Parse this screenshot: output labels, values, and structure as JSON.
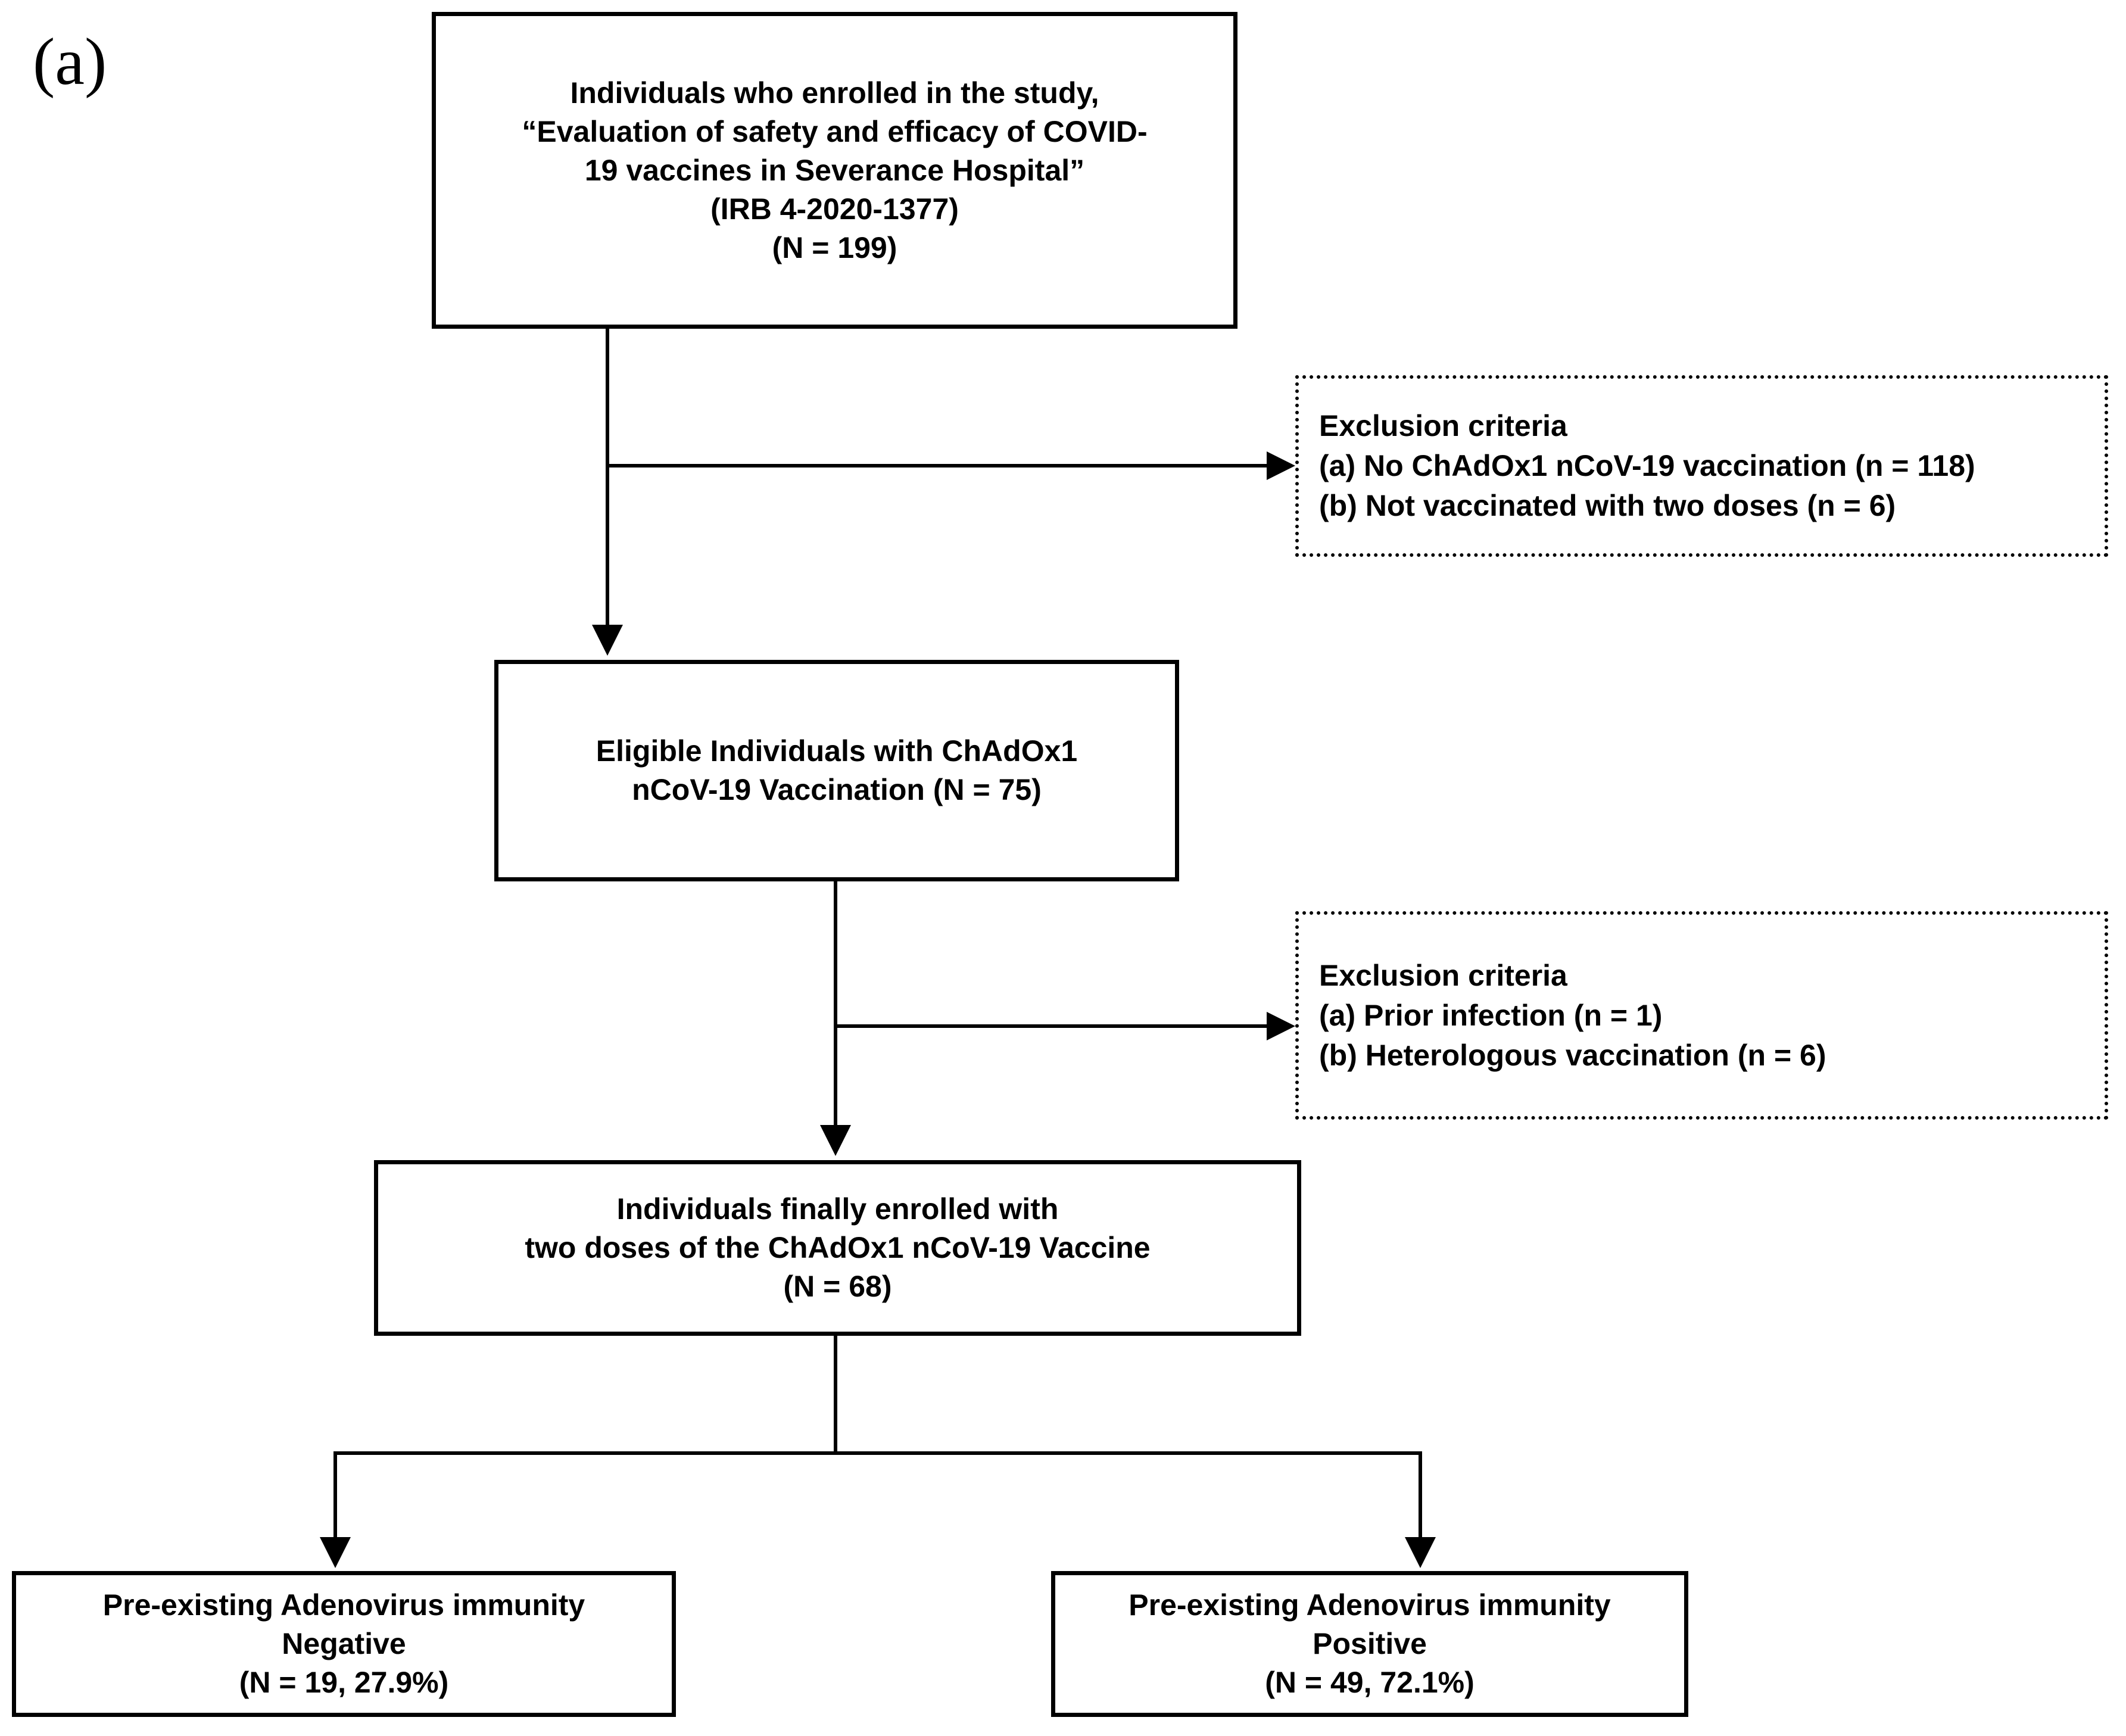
{
  "figure": {
    "panel_label": "(a)",
    "type": "study-enrollment-flowchart"
  },
  "nodes": {
    "enrolled": {
      "line1": "Individuals who enrolled in the study,",
      "line2": "“Evaluation of safety and efficacy of COVID-",
      "line3": "19 vaccines in Severance Hospital”",
      "line4": "(IRB 4-2020-1377)",
      "line5": "(N = 199)"
    },
    "eligible": {
      "line1": "Eligible Individuals with ChAdOx1",
      "line2": "nCoV-19 Vaccination (N = 75)"
    },
    "final_enrolled": {
      "line1": "Individuals finally enrolled with",
      "line2": "two doses of the ChAdOx1 nCoV-19 Vaccine",
      "line3": "(N = 68)"
    },
    "adeno_negative": {
      "line1": "Pre-existing Adenovirus immunity",
      "line2": "Negative",
      "line3": "(N = 19, 27.9%)"
    },
    "adeno_positive": {
      "line1": "Pre-existing Adenovirus immunity",
      "line2": "Positive",
      "line3": "(N = 49, 72.1%)"
    }
  },
  "exclusions": {
    "first": {
      "title": "Exclusion criteria",
      "item_a": "(a) No ChAdOx1 nCoV-19 vaccination (n = 118)",
      "item_b": "(b) Not vaccinated with two doses (n = 6)"
    },
    "second": {
      "title": "Exclusion criteria",
      "item_a": "(a) Prior infection (n = 1)",
      "item_b": "(b) Heterologous vaccination (n = 6)"
    }
  },
  "chart_data": {
    "type": "flowchart",
    "title": "Study enrollment flow (panel a)",
    "stages": [
      {
        "label": "Individuals who enrolled in the study",
        "n": 199
      },
      {
        "label": "Eligible Individuals with ChAdOx1 nCoV-19 Vaccination",
        "n": 75
      },
      {
        "label": "Individuals finally enrolled with two doses of the ChAdOx1 nCoV-19 Vaccine",
        "n": 68
      }
    ],
    "excluded": [
      {
        "after_stage": 1,
        "reason": "No ChAdOx1 nCoV-19 vaccination",
        "n": 118
      },
      {
        "after_stage": 1,
        "reason": "Not vaccinated with two doses",
        "n": 6
      },
      {
        "after_stage": 2,
        "reason": "Prior infection",
        "n": 1
      },
      {
        "after_stage": 2,
        "reason": "Heterologous vaccination",
        "n": 6
      }
    ],
    "outcomes": [
      {
        "label": "Pre-existing Adenovirus immunity Negative",
        "n": 19,
        "percent": 27.9
      },
      {
        "label": "Pre-existing Adenovirus immunity Positive",
        "n": 49,
        "percent": 72.1
      }
    ],
    "colors": {
      "line": "#000000",
      "box_fill": "#ffffff",
      "text": "#000000"
    }
  }
}
